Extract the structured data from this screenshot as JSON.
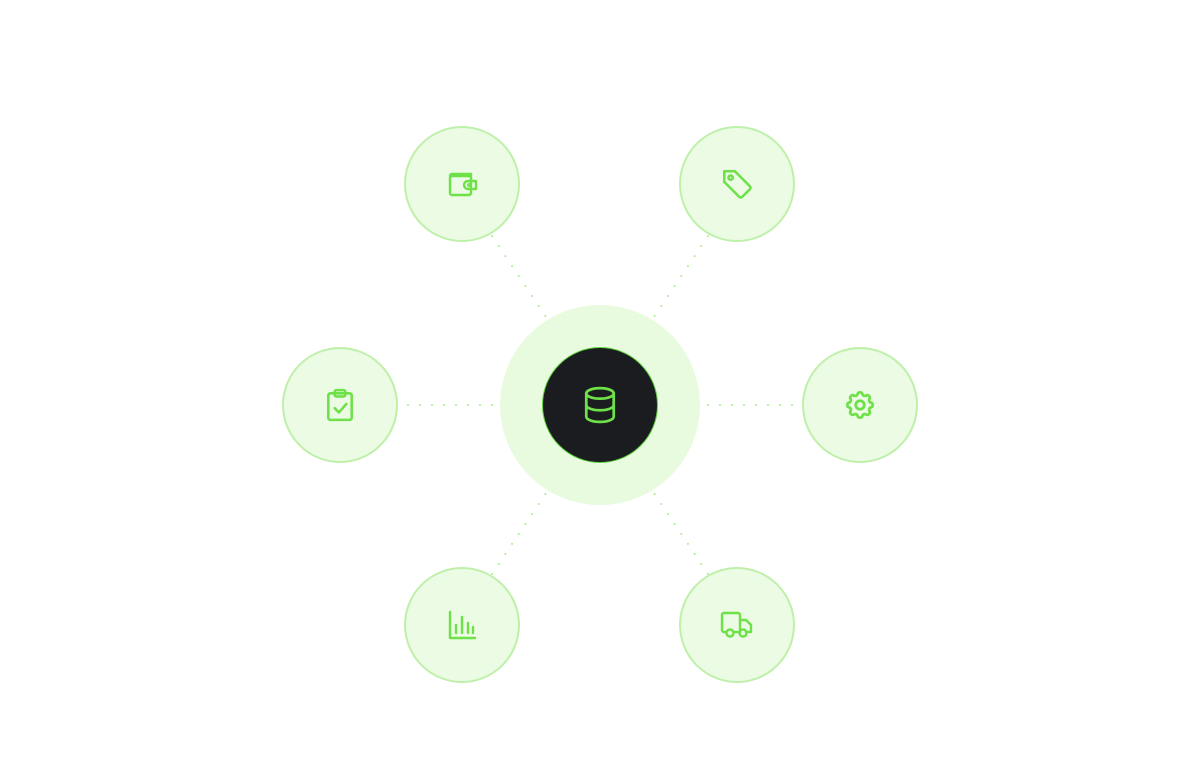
{
  "theme": {
    "accent": "#6ee048",
    "node_fill": "#ebfbe4",
    "node_border": "#bff0aa",
    "halo_fill": "#e8fbde",
    "hub_fill": "#1a1c20",
    "connector": "#a8ec8e"
  },
  "hub": {
    "icon": "database-icon"
  },
  "nodes": [
    {
      "id": "wallet",
      "icon": "wallet-icon"
    },
    {
      "id": "tag",
      "icon": "price-tag-icon"
    },
    {
      "id": "clipboard",
      "icon": "clipboard-check-icon"
    },
    {
      "id": "settings",
      "icon": "gear-icon"
    },
    {
      "id": "chart",
      "icon": "bar-chart-icon"
    },
    {
      "id": "delivery",
      "icon": "truck-icon"
    }
  ]
}
